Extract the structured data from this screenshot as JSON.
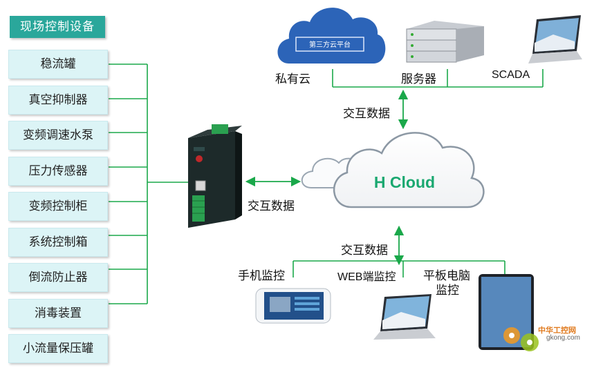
{
  "site_title": "现场控制设备",
  "devices": [
    "稳流罐",
    "真空抑制器",
    "变频调速水泵",
    "压力传感器",
    "变频控制柜",
    "系统控制箱",
    "倒流防止器",
    "消毒装置",
    "小流量保压罐"
  ],
  "cloud": {
    "center_label": "H Cloud",
    "private_cloud_label": "私有云",
    "platform_label": "第三方云平台",
    "server_label": "服务器",
    "scada_label": "SCADA"
  },
  "exchange": {
    "top": "交互数据",
    "left": "交互数据",
    "bottom": "交互数据"
  },
  "clients": {
    "phone": "手机监控",
    "web": "WEB端监控",
    "tablet_line1": "平板电脑",
    "tablet_line2": "监控"
  },
  "watermark": {
    "cn": "中华工控网",
    "url": "gkong.com"
  },
  "colors": {
    "line_green": "#1aa84a",
    "title_bg": "#2aa79b",
    "device_bg": "#dcf4f6",
    "cloud_text": "#1aa870",
    "private_cloud": "#2a62b8"
  }
}
